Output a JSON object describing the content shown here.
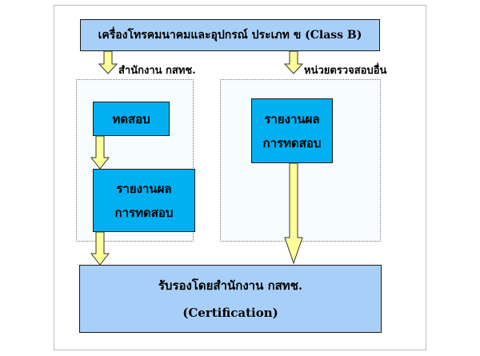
{
  "top_box": {
    "text": "เครื่องโทรคมนาคมและอุปกรณ์ ประเภท ข (Class B)"
  },
  "labels": {
    "left_path": "สำนักงาน กสทช.",
    "right_path": "หน่วยตรวจสอบอื่น"
  },
  "left_column": {
    "test_box": "ทดสอบ",
    "report_box": {
      "line1": "รายงานผล",
      "line2": "การทดสอบ"
    }
  },
  "right_column": {
    "report_box": {
      "line1": "รายงานผล",
      "line2": "การทดสอบ"
    }
  },
  "bottom_box": {
    "line1": "รับรองโดยสำนักงาน กสทช.",
    "line2": "(Certification)"
  },
  "colors": {
    "box_cyan": "#00b0f0",
    "box_pale_blue": "#a8cff7",
    "arrow_fill": "#ffff99",
    "arrow_stroke": "#333333"
  }
}
